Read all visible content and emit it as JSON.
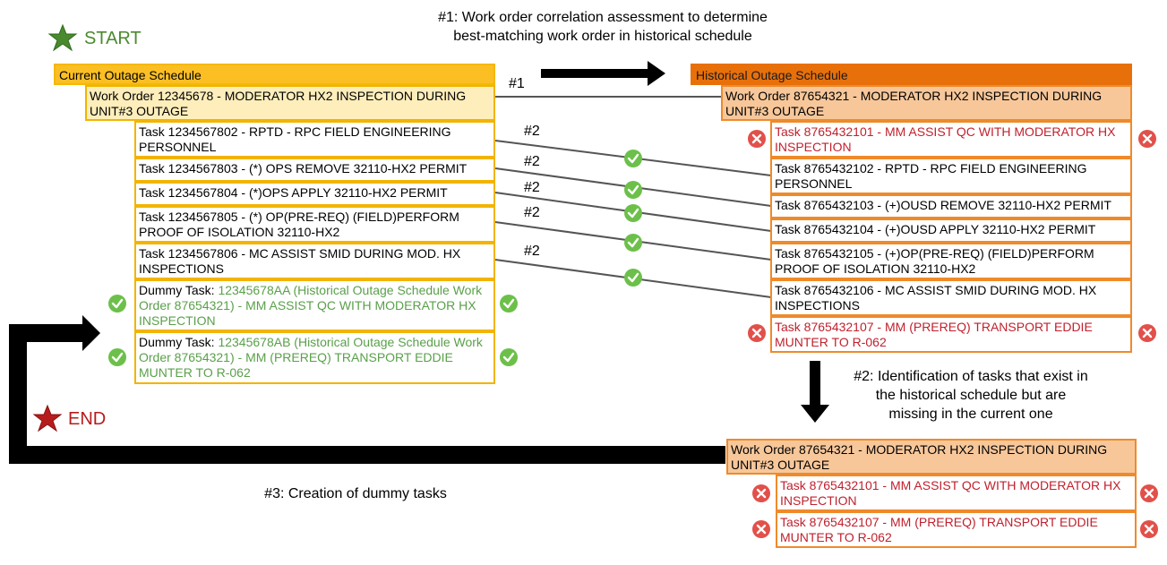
{
  "start_label": "START",
  "end_label": "END",
  "caption_1": [
    "#1: Work order correlation assessment to determine",
    "best-matching work order in historical schedule"
  ],
  "caption_2": [
    "#2: Identification of tasks that exist in",
    "the historical schedule but are",
    "missing in the current one"
  ],
  "caption_3": "#3: Creation of dummy tasks",
  "link_1": "#1",
  "link_2": "#2",
  "current": {
    "header": "Current Outage Schedule",
    "work_order": "Work Order 12345678 - MODERATOR HX2 INSPECTION DURING UNIT#3 OUTAGE",
    "tasks": [
      "Task 1234567802 - RPTD - RPC FIELD ENGINEERING PERSONNEL",
      "Task 1234567803 - (*) OPS REMOVE 32110-HX2 PERMIT",
      "Task 1234567804 - (*)OPS APPLY 32110-HX2 PERMIT",
      "Task 1234567805 - (*) OP(PRE-REQ) (FIELD)PERFORM PROOF OF ISOLATION 32110-HX2",
      "Task 1234567806 - MC  ASSIST SMID DURING MOD. HX INSPECTIONS"
    ],
    "dummy": [
      {
        "prefix": "Dummy Task: ",
        "rest": "12345678AA (Historical Outage Schedule Work Order 87654321) - MM ASSIST QC WITH MODERATOR HX INSPECTION"
      },
      {
        "prefix": "Dummy Task: ",
        "rest": "12345678AB (Historical Outage Schedule Work Order 87654321) - MM (PREREQ) TRANSPORT EDDIE MUNTER TO R-062"
      }
    ]
  },
  "historical": {
    "header": "Historical Outage Schedule",
    "work_order": "Work Order 87654321 - MODERATOR HX2 INSPECTION DURING UNIT#3 OUTAGE",
    "tasks": [
      "Task 8765432101 - MM ASSIST QC WITH MODERATOR HX INSPECTION",
      "Task 8765432102 - RPTD - RPC FIELD ENGINEERING PERSONNEL",
      "Task 8765432103 - (+)OUSD REMOVE 32110-HX2 PERMIT",
      "Task 8765432104 - (+)OUSD APPLY 32110-HX2 PERMIT",
      "Task 8765432105 - (+)OP(PRE-REQ) (FIELD)PERFORM PROOF OF ISOLATION 32110-HX2",
      "Task 8765432106 - MC  ASSIST SMID DURING MOD. HX INSPECTIONS",
      "Task 8765432107 - MM (PREREQ) TRANSPORT EDDIE MUNTER TO R-062"
    ]
  },
  "missing": {
    "work_order": "Work Order 87654321 - MODERATOR HX2 INSPECTION DURING UNIT#3 OUTAGE",
    "tasks": [
      "Task 8765432101 - MM ASSIST QC WITH MODERATOR HX INSPECTION",
      "Task 8765432107 - MM (PREREQ) TRANSPORT EDDIE MUNTER TO R-062"
    ]
  },
  "colors": {
    "start_green": "#4a8a2e",
    "end_red": "#b71c1c",
    "check_green": "#6cc04a",
    "cross_red": "#e2504a",
    "current_header": "#fbbf24",
    "historical_header": "#e8700a"
  }
}
